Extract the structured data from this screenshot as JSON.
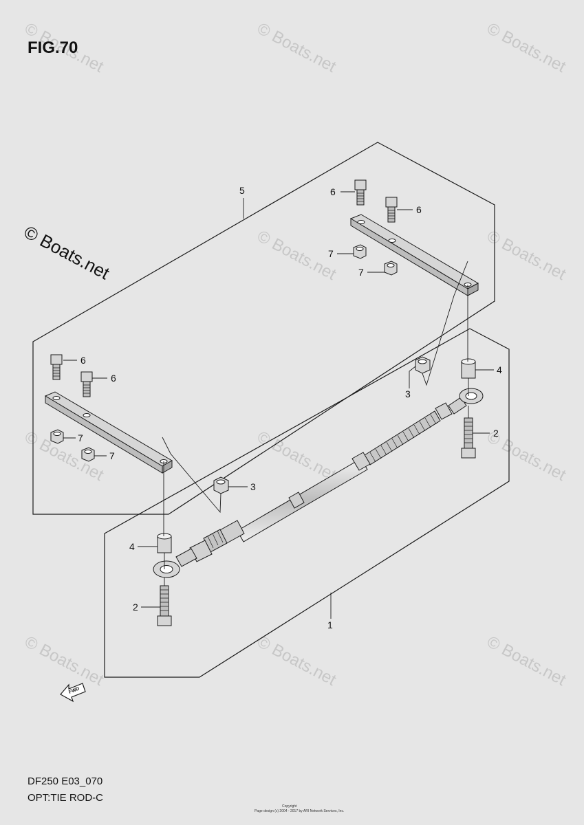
{
  "figure": {
    "title": "FIG.70"
  },
  "watermark": {
    "main": "© Boats.net",
    "faint": "© Boats.net"
  },
  "callouts": {
    "part1": "1",
    "part2": "2",
    "part3": "3",
    "part4": "4",
    "part5": "5",
    "part6": "6",
    "part7": "7"
  },
  "fwd_label": "FWD",
  "footer": {
    "model_code": "DF250 E03_070",
    "section_name": "OPT:TIE ROD-C",
    "copyright_label": "Copyright",
    "copyright_text": "Page design (c) 2004 - 2017 by ARI Network Services, Inc."
  },
  "colors": {
    "background": "#e6e6e6",
    "line": "#1a1a1a",
    "part_fill": "#d6d6d6"
  }
}
